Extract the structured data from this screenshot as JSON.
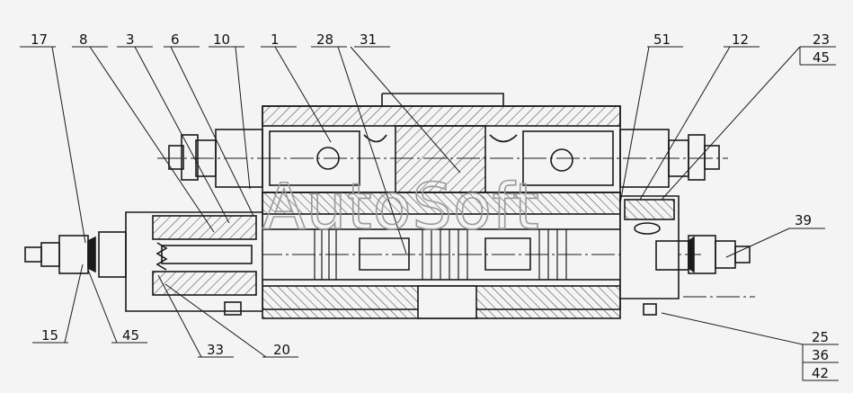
{
  "watermark": "AutoSoft",
  "callouts_top": [
    "17",
    "8",
    "3",
    "6",
    "10",
    "1",
    "28",
    "31",
    "51",
    "12"
  ],
  "callout_right_top": [
    "23",
    "45"
  ],
  "callout_right_mid": "39",
  "callouts_bottom": [
    "15",
    "45",
    "33",
    "20"
  ],
  "callout_right_bottom": [
    "25",
    "36",
    "42"
  ],
  "colors": {
    "line": "#1a1a1a",
    "hatch": "#3a3a3a",
    "background": "#f4f4f4"
  }
}
